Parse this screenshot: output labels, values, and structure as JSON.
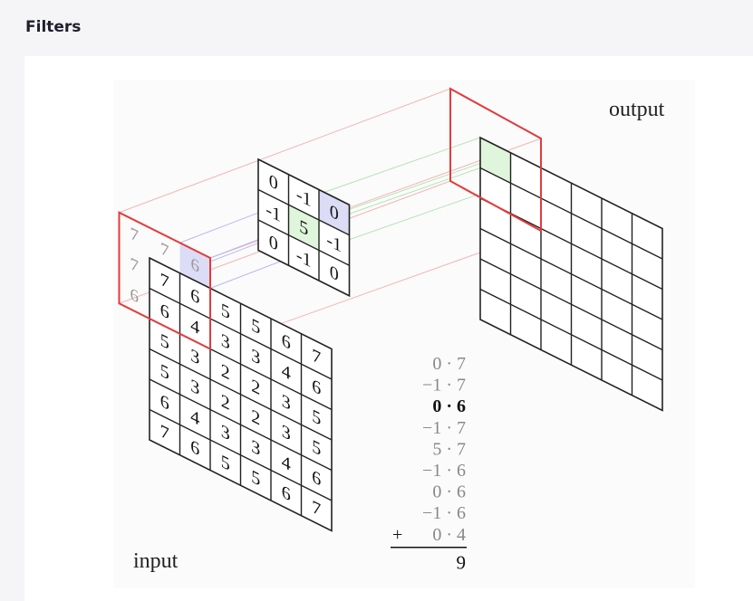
{
  "header": {
    "title": "Filters"
  },
  "figure": {
    "output_label": "output",
    "input_label": "input",
    "input_visible": [
      [
        "7",
        "7",
        "6"
      ],
      [
        "7",
        "7",
        "6"
      ],
      [
        "6",
        "6",
        "4"
      ]
    ],
    "input_grid": [
      [
        "7",
        "6",
        "5",
        "5",
        "6",
        "7"
      ],
      [
        "6",
        "4",
        "3",
        "3",
        "4",
        "6"
      ],
      [
        "5",
        "3",
        "2",
        "2",
        "3",
        "5"
      ],
      [
        "5",
        "3",
        "2",
        "2",
        "3",
        "5"
      ],
      [
        "6",
        "4",
        "3",
        "3",
        "4",
        "6"
      ],
      [
        "7",
        "6",
        "5",
        "5",
        "6",
        "7"
      ]
    ],
    "kernel": [
      [
        "0",
        "-1",
        "0"
      ],
      [
        "-1",
        "5",
        "-1"
      ],
      [
        "0",
        "-1",
        "0"
      ]
    ],
    "calc": {
      "terms": [
        "0 · 7",
        "−1 · 7",
        "0 · 6",
        "−1 · 7",
        "5 · 7",
        "−1 · 6",
        "0 · 6",
        "−1 · 6",
        "0 · 4"
      ],
      "plus": "+",
      "result": "9"
    },
    "colors": {
      "window": "#e23b3b",
      "kernel_center": "#dff5dc",
      "kernel_corner": "#dcdcf7",
      "output_cell": "#dff5dc",
      "blue_line": "#b8b8f0",
      "green_line": "#b5e3b5",
      "red_line": "#f2b5b5"
    }
  }
}
